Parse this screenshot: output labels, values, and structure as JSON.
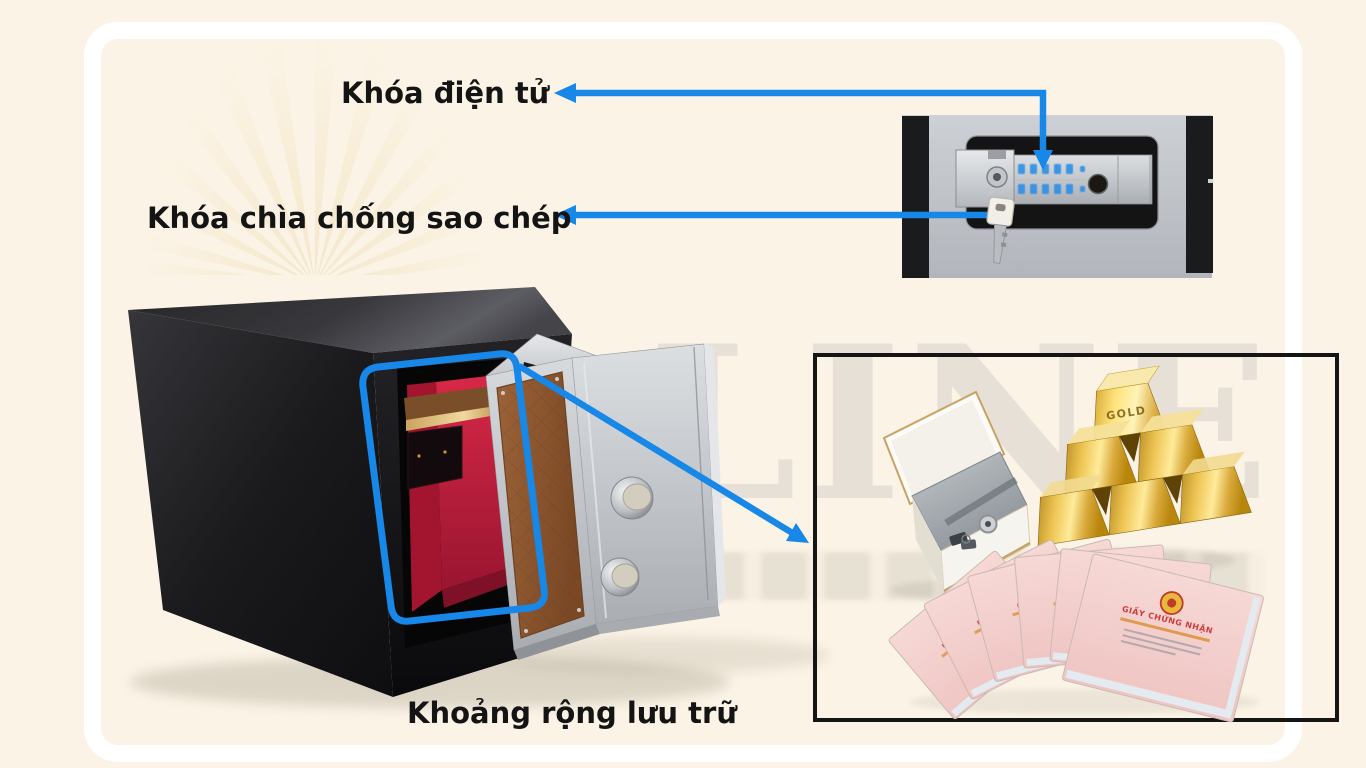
{
  "labels": {
    "electronic_lock": "Khóa điện tử",
    "anti_copy_key": "Khóa chìa chống sao chép",
    "storage_space": "Khoảng rộng lưu trữ"
  },
  "watermark": {
    "text": "LINE"
  },
  "inset": {
    "gold_label": "GOLD",
    "certificate_title": "GIẤY CHỨNG NHẬN"
  },
  "colors": {
    "background": "#fbf4e6",
    "frame": "#ffffff",
    "arrow": "#1787e8",
    "box_border": "#151515",
    "safe_black": "#141416",
    "interior_red": "#c0203c",
    "door_brown": "#8a5632",
    "gold": "#e3b84a",
    "certificate_pink": "#f3cdca"
  }
}
